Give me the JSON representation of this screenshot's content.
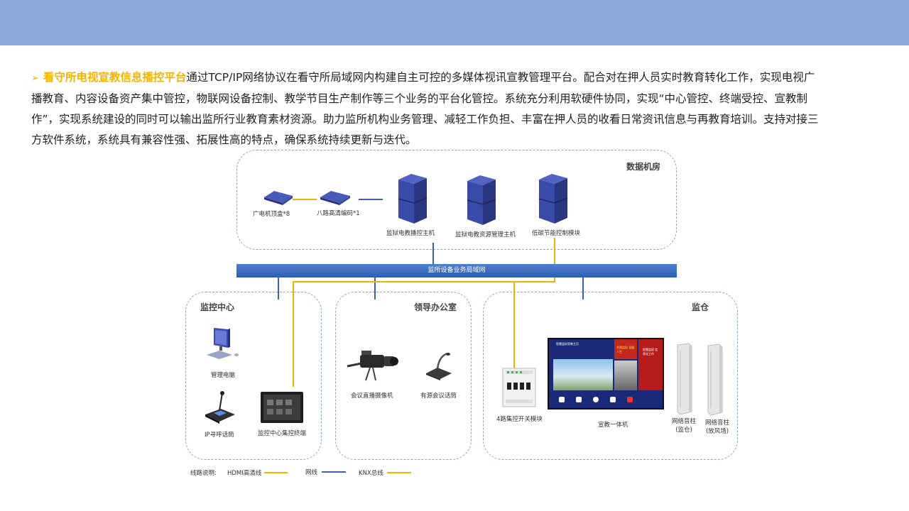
{
  "intro": {
    "bullet": "➢",
    "highlight": "看守所电视宣教信息播控平台",
    "text": "通过TCP/IP网络协议在看守所局域网内构建自主可控的多媒体视讯宣教管理平台。配合对在押人员实时教育转化工作，实现电视广播教育、内容设备资产集中管控，物联网设备控制、教学节目生产制作等三个业务的平台化管控。系统充分利用软硬件协同，实现“中心管控、终端受控、宣教制作”，实现系统建设的同时可以输出监所行业教育素材资源。助力监所机构业务管理、减轻工作负担、丰富在押人员的收看日常资讯信息与再教育培训。支持对接三方软件系统，系统具有兼容性强、拓展性高的特点，确保系统持续更新与迭代。"
  },
  "diagram": {
    "data_room": {
      "title": "数据机房",
      "devices": [
        "广电机顶盒*8",
        "八路高清编码*1",
        "监狱电教播控主机",
        "监狱电教资源管理主机",
        "低碳节能控制模块"
      ]
    },
    "network_bar": "监所设备业务局域网",
    "monitor_center": {
      "title": "监控中心",
      "devices": [
        "管理电脑",
        "IP寻呼话筒",
        "监控中心集控终端"
      ]
    },
    "leader_office": {
      "title": "领导办公室",
      "devices": [
        "会议直播摄像机",
        "有源会议话筒"
      ]
    },
    "cell": {
      "title": "监仓",
      "devices": [
        "4路集控开关模块",
        "宣教一体机",
        "网络音柱\n(监仓)",
        "网络音柱\n(放风场)"
      ],
      "screen_texts": [
        "智慧监狱宣教主页",
        "共建监狱 温暖人生",
        "智慧监狱 信息化工作"
      ]
    },
    "legend": {
      "title": "线路说明:",
      "items": [
        {
          "label": "HDMI高清线",
          "color": "#f0b400"
        },
        {
          "label": "网线",
          "color": "#3a62b4"
        },
        {
          "label": "KNX总线",
          "color": "#f0b400"
        }
      ]
    }
  }
}
